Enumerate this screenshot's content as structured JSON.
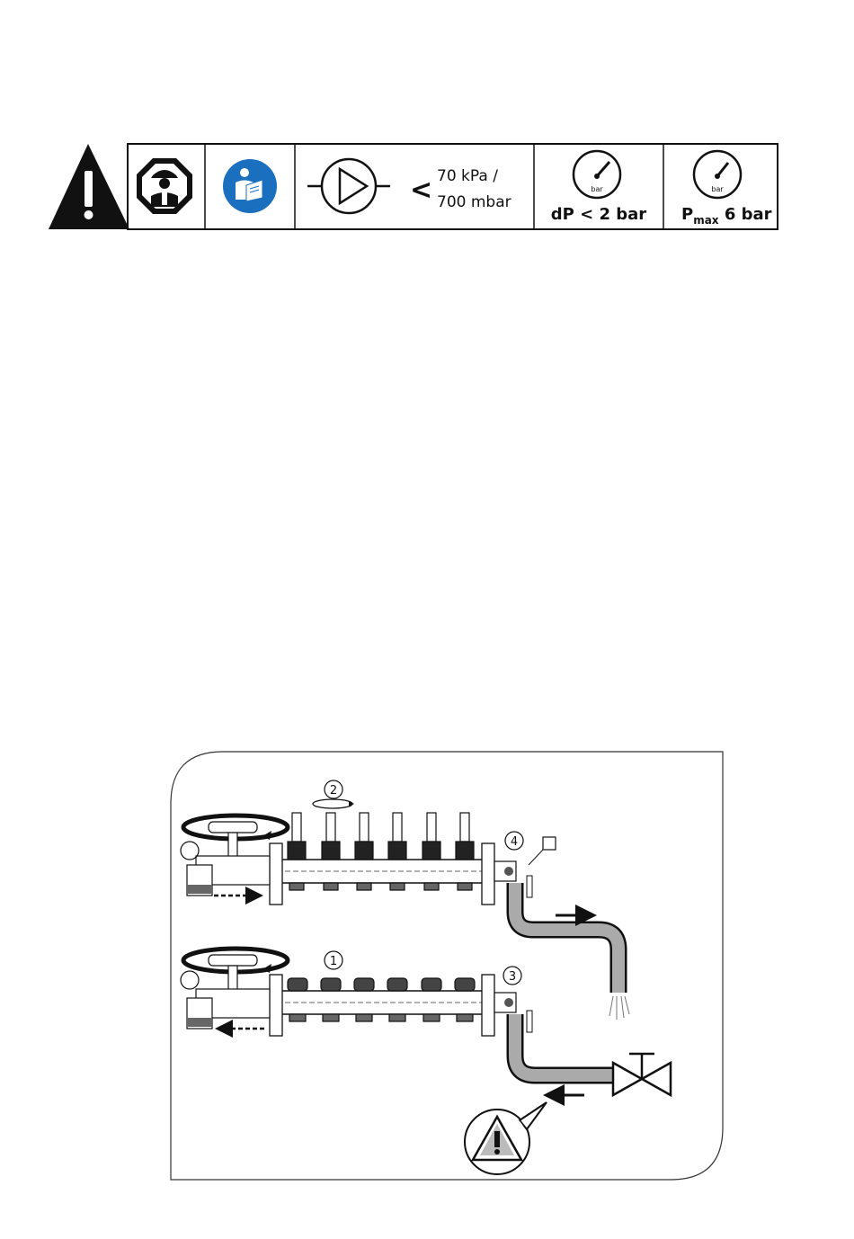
{
  "header": {
    "pump_pressure_symbol": "<",
    "pump_pressure_line1": "70 kPa /",
    "pump_pressure_line2": "700 mbar",
    "gauge_unit": "bar",
    "dp_label": "dP < 2 bar",
    "pmax_prefix": "P",
    "pmax_sub": "max",
    "pmax_value": " 6 bar",
    "icons": [
      "warning-triangle-icon",
      "installer-icon",
      "read-manual-icon",
      "pump-icon",
      "pressure-gauge-icon",
      "pressure-gauge-icon"
    ]
  },
  "diagram": {
    "callouts": [
      "1",
      "2",
      "3",
      "4"
    ],
    "icons": [
      "valve-handle-icon",
      "drain-valve-icon",
      "tap-valve-icon",
      "warning-icon",
      "flow-arrow-icon"
    ]
  }
}
